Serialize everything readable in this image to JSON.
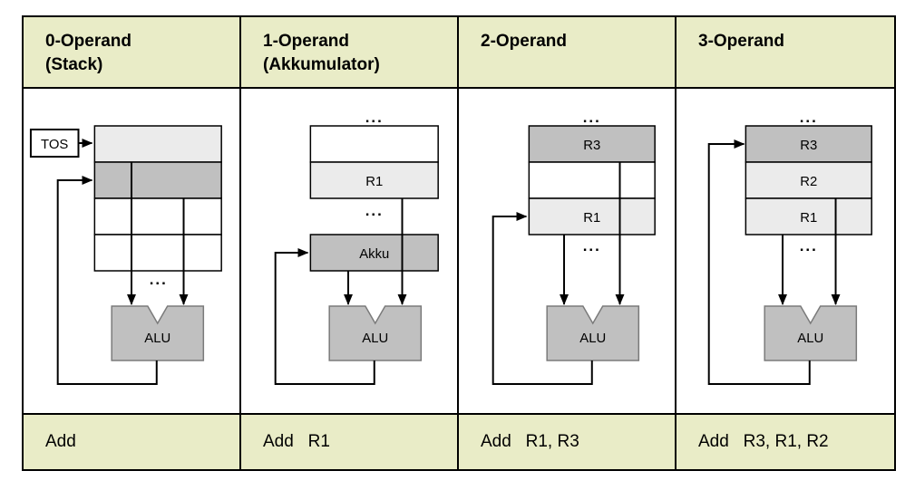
{
  "columns": [
    {
      "header_line1": "0-Operand",
      "header_line2": "(Stack)",
      "instruction": "Add"
    },
    {
      "header_line1": "1-Operand",
      "header_line2": "(Akkumulator)",
      "instruction": "Add   R1"
    },
    {
      "header_line1": "2-Operand",
      "header_line2": "",
      "instruction": "Add   R1, R3"
    },
    {
      "header_line1": "3-Operand",
      "header_line2": "",
      "instruction": "Add   R3, R1, R2"
    }
  ],
  "diagrams": {
    "stack": {
      "tos_label": "TOS",
      "alu_label": "ALU",
      "dots_bottom": "..."
    },
    "accumulator": {
      "dots_top": "...",
      "register_label": "R1",
      "dots_middle": "...",
      "akku_label": "Akku",
      "alu_label": "ALU"
    },
    "two_operand": {
      "dots_top": "...",
      "register_top_label": "R3",
      "register_bottom_label": "R1",
      "dots_bottom": "...",
      "alu_label": "ALU"
    },
    "three_operand": {
      "dots_top": "...",
      "register_labels": [
        "R3",
        "R2",
        "R1"
      ],
      "dots_bottom": "...",
      "alu_label": "ALU"
    }
  },
  "colors": {
    "header_bg": "#e9ecc7",
    "footer_bg": "#e9ecc7",
    "cell_light_gray": "#ebebeb",
    "cell_dark_gray": "#c0c0c0",
    "alu_fill": "#c0c0c0",
    "alu_border": "#7a7a7a",
    "line_color": "#000000",
    "background": "#ffffff"
  }
}
